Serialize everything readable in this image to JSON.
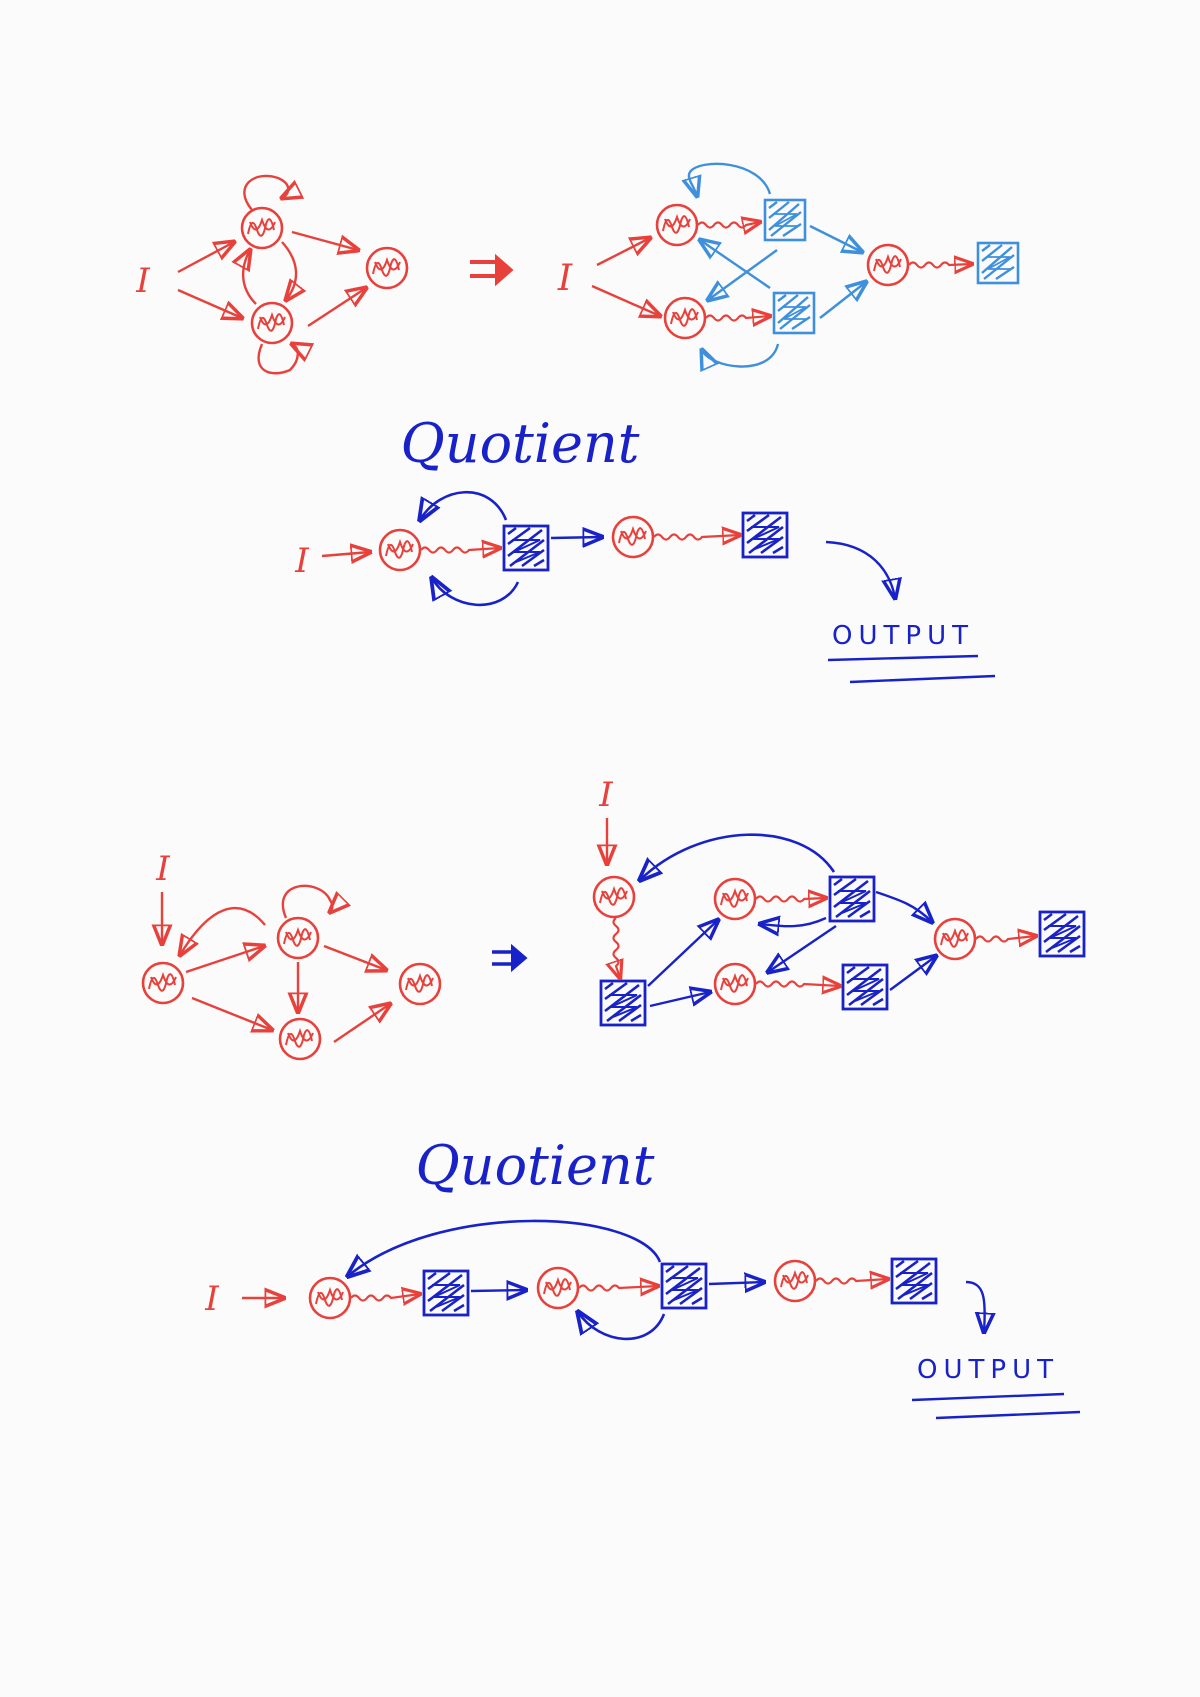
{
  "colors": {
    "state_red": "#e8413b",
    "block_blue": "#1822c8",
    "block_light_blue": "#3e90dc",
    "paper": "#fbfbfb"
  },
  "labels": {
    "input_symbol": "I",
    "quotient_title": "Quotient",
    "output_label": "OUTPUT"
  },
  "icons": {
    "transform_arrow": "double-arrow-right",
    "state": "scribbled-circle",
    "block": "hatched-square"
  }
}
